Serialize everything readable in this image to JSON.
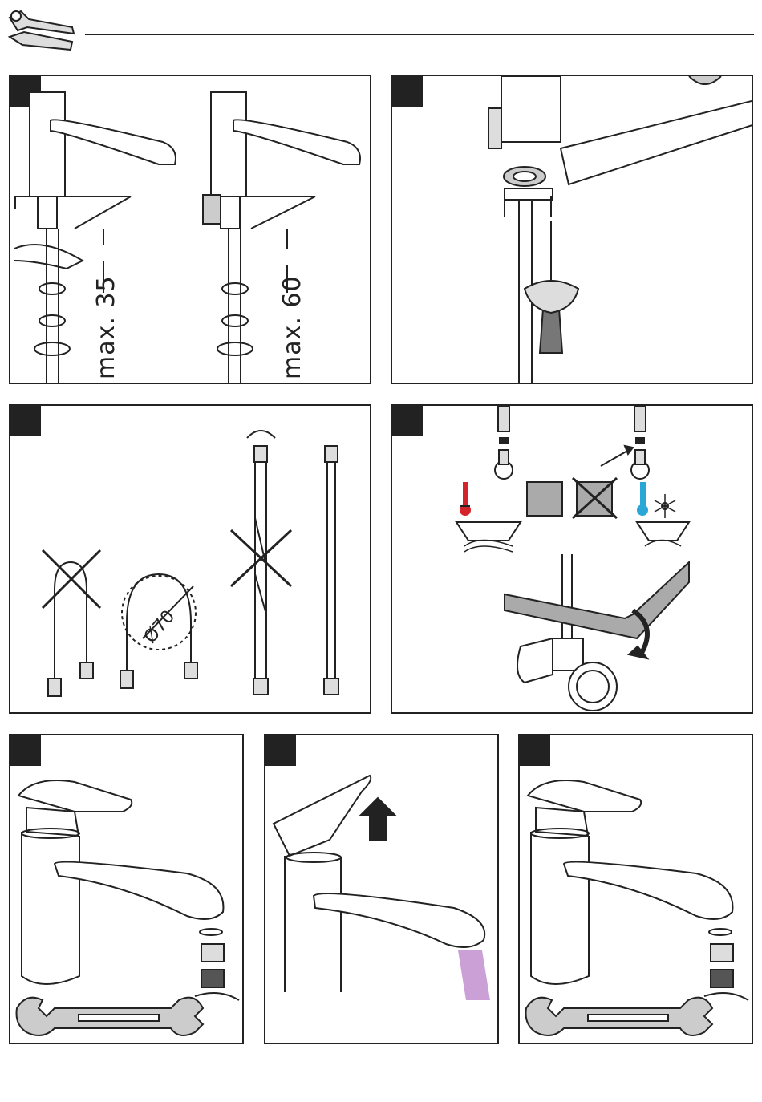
{
  "header": {
    "icon": "wrench-screwdriver-icon"
  },
  "panels": [
    {
      "id": "p1",
      "labels": {
        "left_dim": "max. 35",
        "right_dim": "max. 60"
      }
    },
    {
      "id": "p2"
    },
    {
      "id": "p3",
      "labels": {
        "diameter": "Ø70"
      }
    },
    {
      "id": "p4",
      "icons": [
        "hot-water-thermometer-icon",
        "cold-water-snowflake-icon"
      ]
    },
    {
      "id": "p5"
    },
    {
      "id": "p6"
    },
    {
      "id": "p7"
    }
  ],
  "colors": {
    "hot": "#d4232a",
    "cold": "#2aa7d6",
    "flow": "#b880c8",
    "line": "#222222"
  }
}
